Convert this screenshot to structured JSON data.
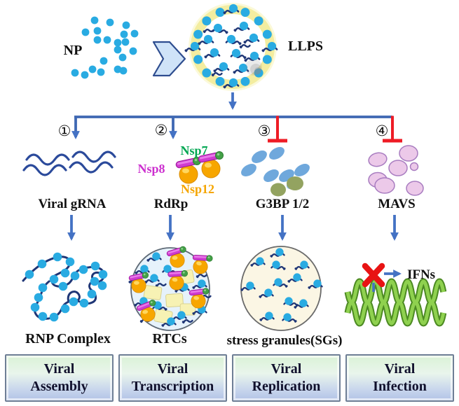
{
  "figure": {
    "np_label": "NP",
    "llps_label": "LLPS",
    "branches": [
      {
        "number": "①",
        "type": "activation",
        "target": "Viral gRNA",
        "result": "RNP Complex",
        "outcome": [
          "Viral",
          "Assembly"
        ]
      },
      {
        "number": "②",
        "type": "activation",
        "target": "RdRp",
        "result": "RTCs",
        "outcome": [
          "Viral",
          "Transcription"
        ]
      },
      {
        "number": "③",
        "type": "inhibition",
        "target": "G3BP 1/2",
        "result": "stress granules(SGs)",
        "outcome": [
          "Viral",
          "Replication"
        ]
      },
      {
        "number": "④",
        "type": "inhibition",
        "target": "MAVS",
        "result": "IFNs",
        "outcome": [
          "Viral",
          "Infection"
        ]
      }
    ],
    "rdrp_subunits": {
      "nsp7": "Nsp7",
      "nsp8": "Nsp8",
      "nsp12": "Nsp12"
    },
    "colors": {
      "np_dot": "#29abe2",
      "arrow_blue": "#4472c4",
      "inhibit_red": "#ee1c25",
      "nsp7_green": "#00a651",
      "nsp8_magenta": "#cc2fcf",
      "nsp12_orange": "#f5a500",
      "helix_green": "#8fd14f",
      "droplet_yellow": "#f3eda0",
      "granule_blue": "#6fa8dc",
      "granule_olive": "#93a360",
      "mavs_pink": "#ecc9e9"
    }
  }
}
